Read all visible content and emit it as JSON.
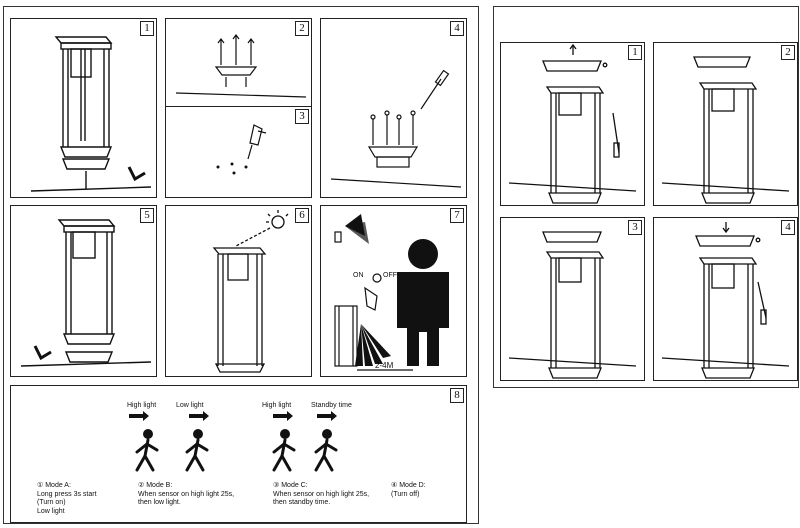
{
  "left_sheet": {
    "panels": [
      {
        "num": "1"
      },
      {
        "num": "2"
      },
      {
        "num": "3"
      },
      {
        "num": "4"
      },
      {
        "num": "5"
      },
      {
        "num": "6"
      },
      {
        "num": "7"
      }
    ],
    "panel7": {
      "on_label": "ON",
      "off_label": "OFF",
      "distance": "2-4M"
    },
    "panel8": {
      "num": "8",
      "labels": {
        "b_left": "High light",
        "b_right": "Low light",
        "c_left": "High light",
        "c_right": "Standby time"
      },
      "modes": {
        "a": "① Mode A:\nLong press 3s start\n  (Turn on)\nLow light",
        "b": "② Mode B:\nWhen sensor on high light 25s,\nthen low light.",
        "c": "③ Mode C:\nWhen sensor on high light 25s,\nthen standby time.",
        "d": "④ Mode D:\n(Turn off)"
      }
    }
  },
  "right_sheet": {
    "panels": [
      {
        "num": "1"
      },
      {
        "num": "2"
      },
      {
        "num": "3"
      },
      {
        "num": "4"
      }
    ]
  }
}
